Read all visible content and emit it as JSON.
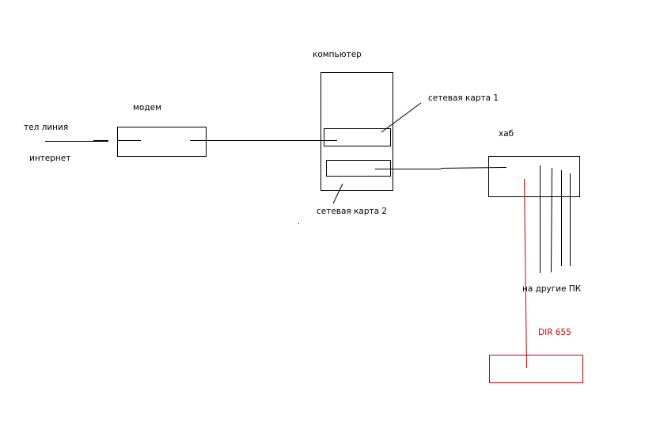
{
  "labels": {
    "tel_line": "тел линия",
    "internet": "интернет",
    "modem": "модем",
    "computer": "компьютер",
    "nic1": "сетевая карта 1",
    "nic2": "сетевая карта 2",
    "hub": "хаб",
    "other_pcs": "на другие ПК",
    "router": "DIR 655"
  },
  "colors": {
    "line": "#000000",
    "router": "#cc0000",
    "text": "#000000"
  }
}
